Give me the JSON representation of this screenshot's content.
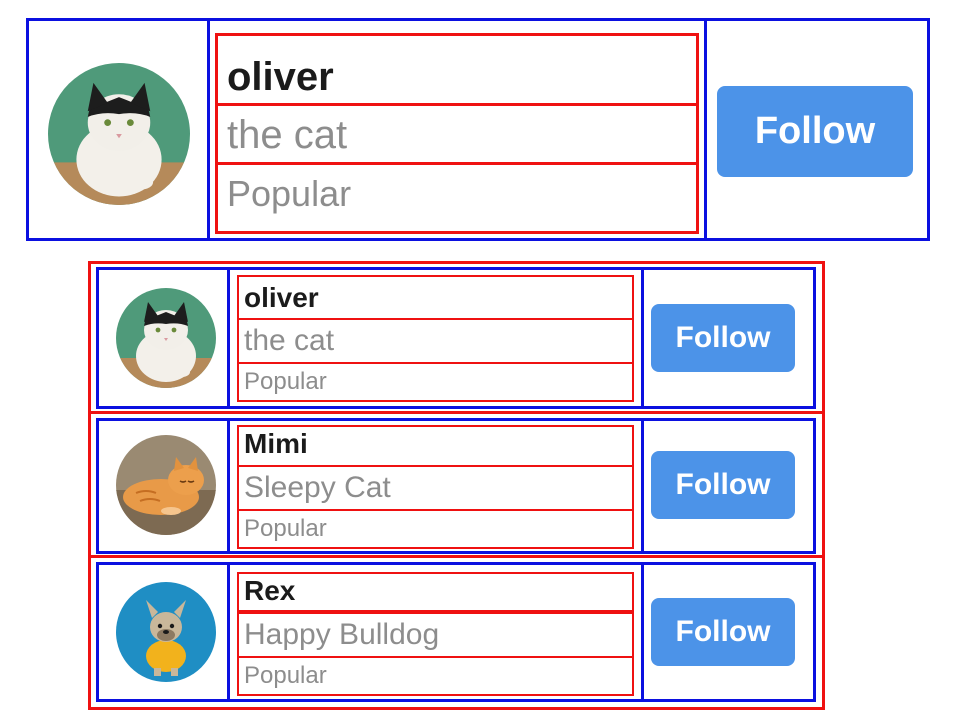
{
  "large_card": {
    "name": "oliver",
    "subtitle": "the cat",
    "tag": "Popular",
    "button_label": "Follow",
    "avatar": "cat-avatar-icon"
  },
  "list": [
    {
      "name": "oliver",
      "subtitle": "the cat",
      "tag": "Popular",
      "button_label": "Follow",
      "avatar": "cat-avatar-icon"
    },
    {
      "name": "Mimi",
      "subtitle": "Sleepy Cat",
      "tag": "Popular",
      "button_label": "Follow",
      "avatar": "orange-cat-avatar-icon"
    },
    {
      "name": "Rex",
      "subtitle": "Happy Bulldog",
      "tag": "Popular",
      "button_label": "Follow",
      "avatar": "bulldog-avatar-icon"
    }
  ],
  "colors": {
    "outline_blue": "#0b10e0",
    "outline_red": "#ef1111",
    "button_blue": "#4c93e8",
    "name_text": "#1b1b1b",
    "secondary_text": "#8d8d8d"
  }
}
